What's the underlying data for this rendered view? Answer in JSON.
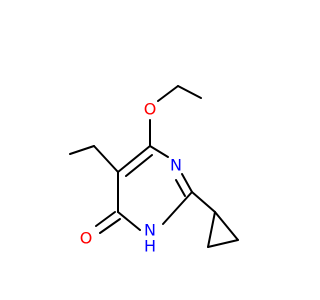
{
  "molecule": {
    "atoms": {
      "O_ether": "O",
      "N_ring": "N",
      "O_carbonyl": "O",
      "NH_ring": "N",
      "H_on_N": "H"
    },
    "colors": {
      "O": "#ff0000",
      "N": "#0000ff",
      "bond": "#000000",
      "background": "#ffffff"
    }
  }
}
